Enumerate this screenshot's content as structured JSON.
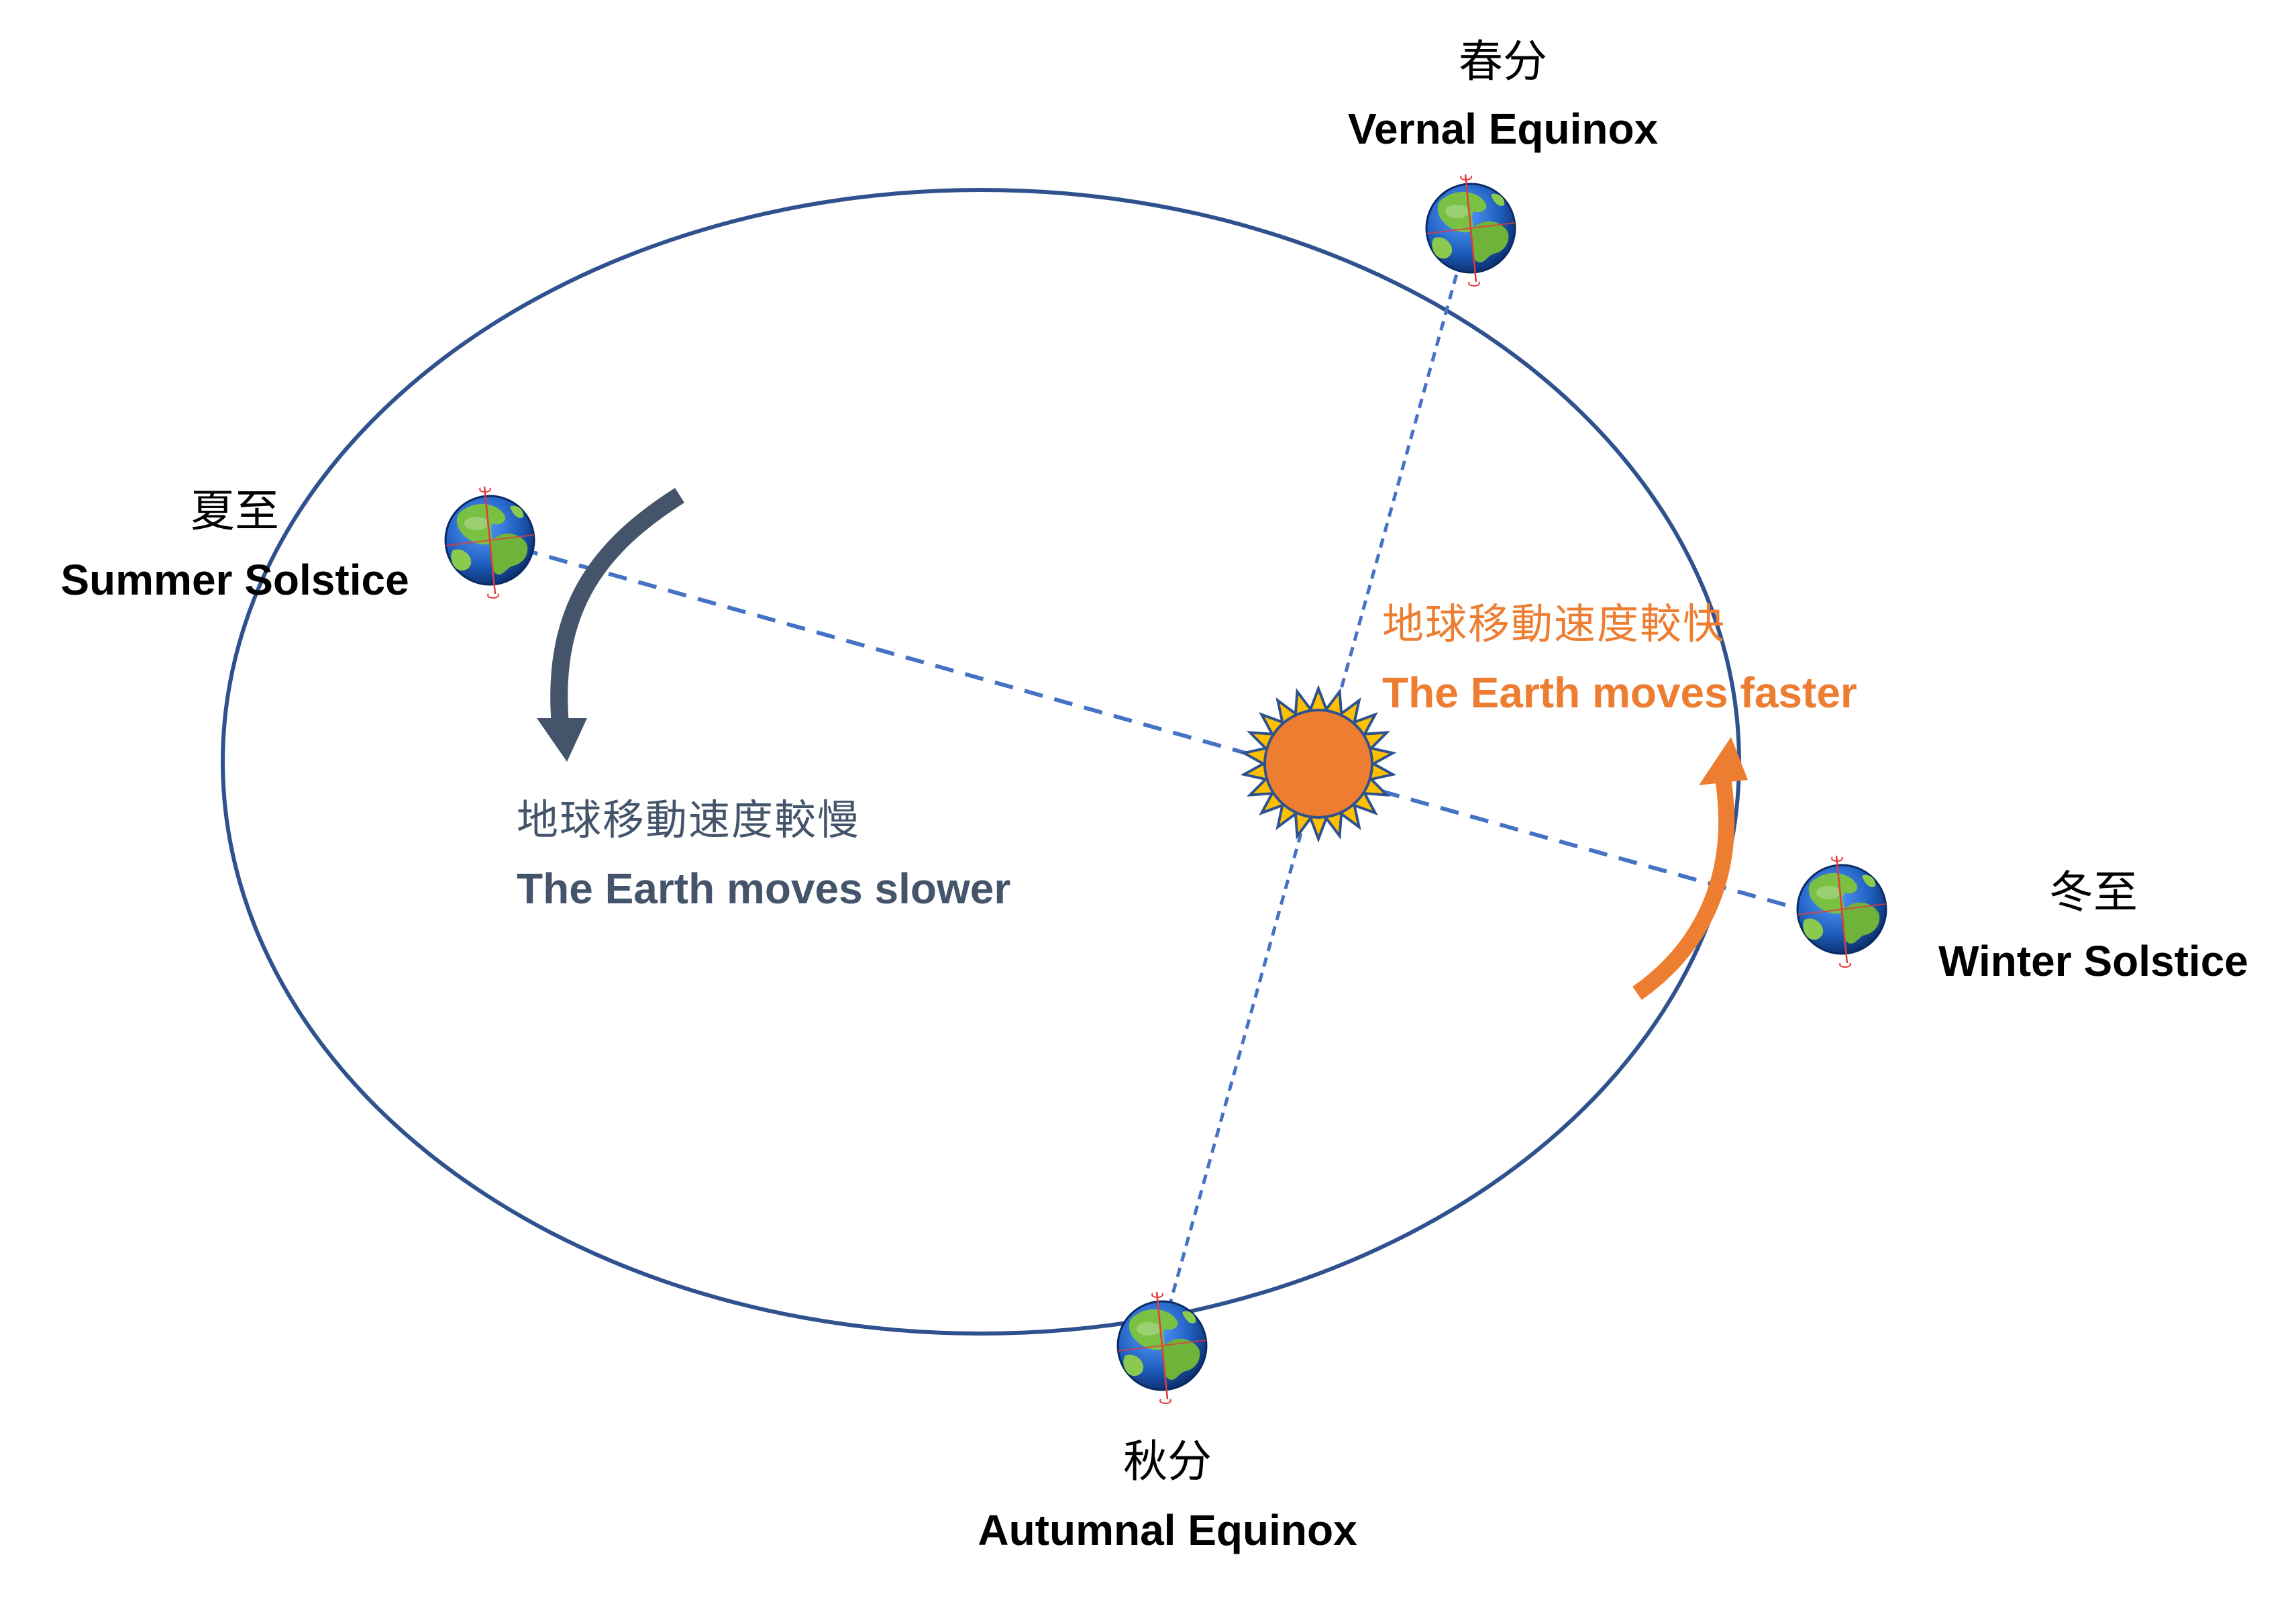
{
  "labels": {
    "vernal": {
      "zh": "春分",
      "en": "Vernal Equinox"
    },
    "summer": {
      "zh": "夏至",
      "en": "Summer Solstice"
    },
    "winter": {
      "zh": "冬至",
      "en": "Winter Solstice"
    },
    "autumn": {
      "zh": "秋分",
      "en": "Autumnal Equinox"
    },
    "slower": {
      "zh": "地球移動速度較慢",
      "en": "The Earth moves slower"
    },
    "faster": {
      "zh": "地球移動速度較快",
      "en": "The Earth moves faster"
    }
  },
  "colors": {
    "orbit": "#2f528f",
    "axis_line": "#4472c4",
    "sun": "#ed7d31",
    "sun_rays": "#ffc000",
    "slow_arrow": "#44546a",
    "fast_arrow": "#ed7d31",
    "ocean": "#1f5fbf",
    "land": "#7ac143"
  },
  "icons": [
    "sun-icon",
    "earth-icon",
    "curved-arrow-icon"
  ]
}
